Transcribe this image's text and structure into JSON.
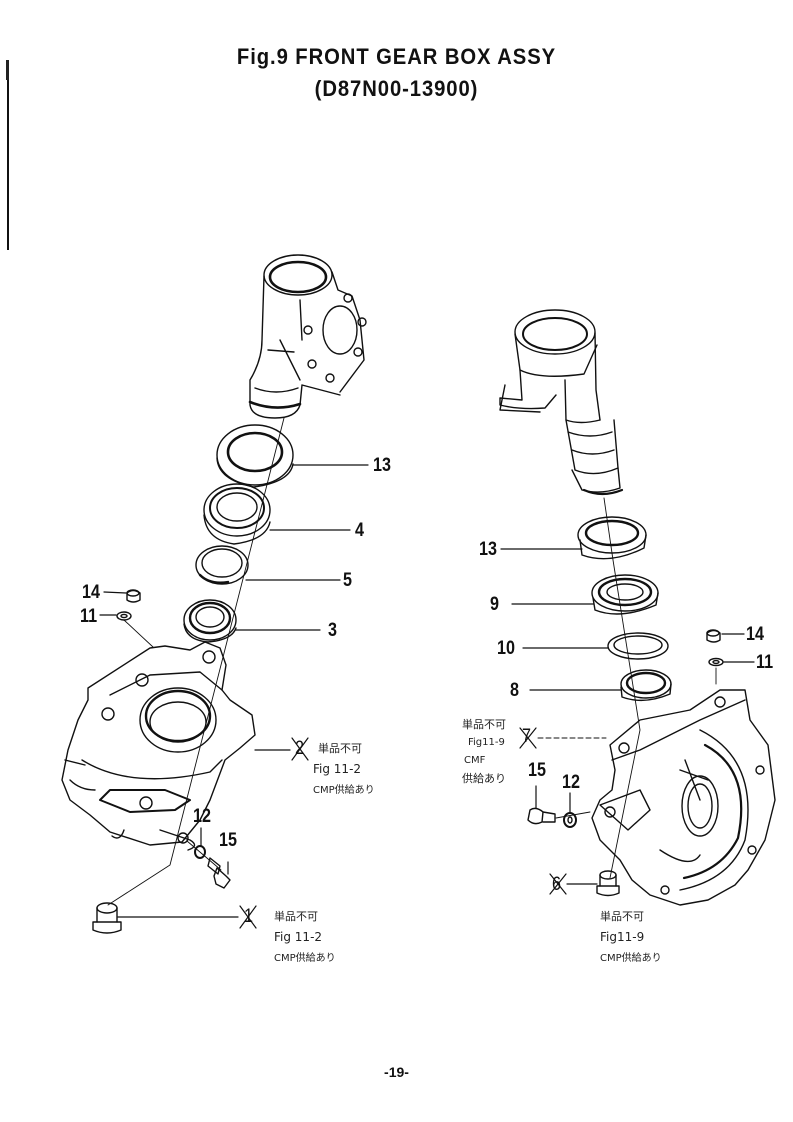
{
  "header": {
    "title": "Fig.9 FRONT GEAR BOX ASSY",
    "part_number": "(D87N00-13900)"
  },
  "left_assembly": {
    "callouts": [
      {
        "id": "13",
        "label": "13"
      },
      {
        "id": "4",
        "label": "4"
      },
      {
        "id": "5",
        "label": "5"
      },
      {
        "id": "3",
        "label": "3"
      },
      {
        "id": "14",
        "label": "14"
      },
      {
        "id": "11",
        "label": "11"
      },
      {
        "id": "2",
        "label": "2"
      },
      {
        "id": "12",
        "label": "12"
      },
      {
        "id": "15",
        "label": "15"
      },
      {
        "id": "1",
        "label": "1"
      }
    ],
    "notes": {
      "part2": {
        "line1": "単品不可",
        "line2": "Fig 11-2",
        "line3": "CMP供給あり"
      },
      "part1": {
        "line1": "単品不可",
        "line2": "Fig 11-2",
        "line3": "CMP供給あり"
      }
    }
  },
  "right_assembly": {
    "callouts": [
      {
        "id": "13",
        "label": "13"
      },
      {
        "id": "9",
        "label": "9"
      },
      {
        "id": "10",
        "label": "10"
      },
      {
        "id": "8",
        "label": "8"
      },
      {
        "id": "14",
        "label": "14"
      },
      {
        "id": "11",
        "label": "11"
      },
      {
        "id": "7",
        "label": "7"
      },
      {
        "id": "15",
        "label": "15"
      },
      {
        "id": "12",
        "label": "12"
      },
      {
        "id": "6",
        "label": "6"
      }
    ],
    "notes": {
      "part7": {
        "line1": "単品不可",
        "line2": "Fig11-9",
        "line3": "CMF",
        "line4": "供給あり"
      },
      "part6": {
        "line1": "単品不可",
        "line2": "Fig11-9",
        "line3": "CMP供給あり"
      }
    }
  },
  "footer": {
    "page_number": "-19-"
  },
  "colors": {
    "ink": "#111111",
    "paper": "#ffffff"
  }
}
